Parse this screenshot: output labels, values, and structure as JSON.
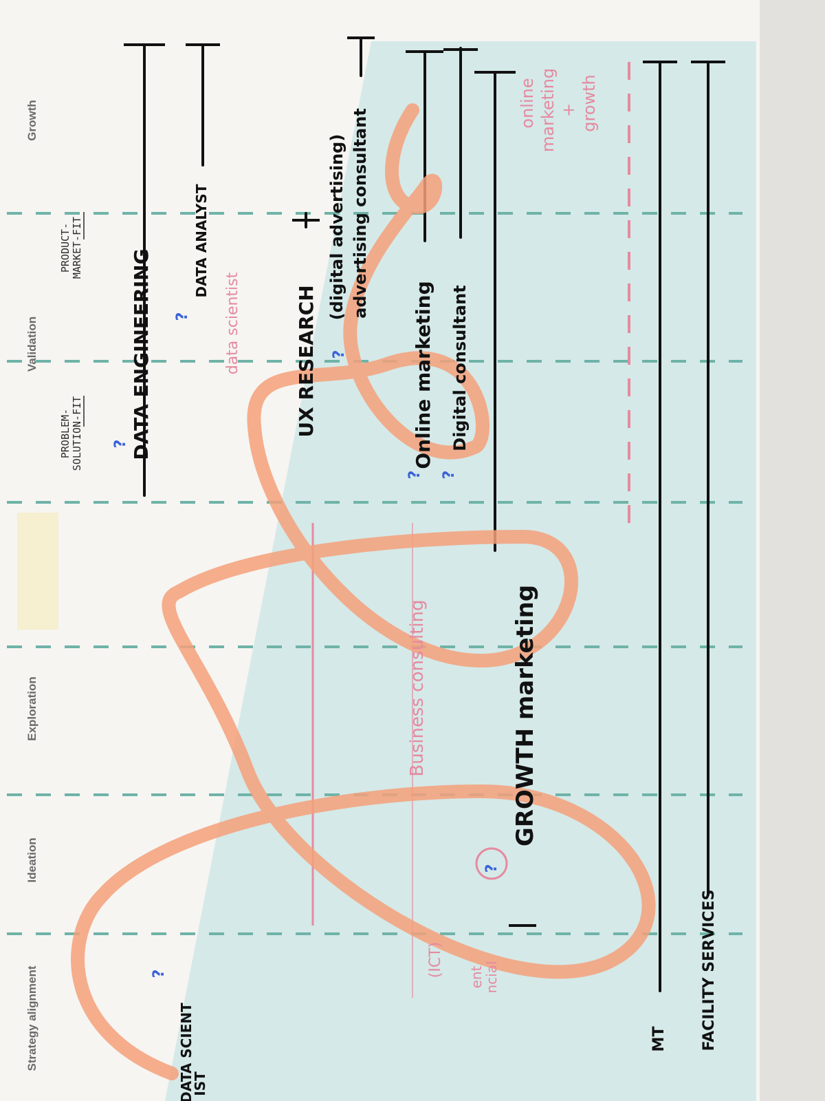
{
  "columns": [
    "Strategy alignment",
    "Ideation",
    "Exploration",
    "Validation",
    "Growth"
  ],
  "fit_labels": {
    "problem_line1": "PROBLEM-",
    "problem_line2": "SOLUTION-FIT",
    "product_line1": "PRODUCT-",
    "product_line2": "MARKET-FIT"
  },
  "roles": {
    "data_scientist_line1": "DATA SCIENT",
    "data_scientist_line2": "IST",
    "data_engineering": "DATA ENGINEERING",
    "data_analyst": "DATA ANALYST",
    "data_scientist_crossed": "data scientist",
    "ux_research": "UX RESEARCH",
    "digital_advertising": "(digital advertising)",
    "advertising_consultant": "advertising consultant",
    "online_marketing": "Online marketing",
    "digital_consultant": "Digital consultant",
    "growth_marketing": "GROWTH marketing",
    "business_consulting": "Business consulting",
    "mt": "MT",
    "facility_services": "FACILITY SERVICES"
  },
  "pink_notes": {
    "online_line1": "online",
    "online_line2": "marketing",
    "online_line3": "+",
    "online_line4": "growth",
    "ict": "(ICT)",
    "side_line1": "ent",
    "side_line2": "ncial"
  },
  "question_mark": "?",
  "colors": {
    "paper": "#f6f5f2",
    "cone": "#cfe6e6",
    "dashed_line": "#6fb3a8",
    "orange_loop": "#f4a07a",
    "pink_ink": "#e58aa0",
    "black_ink": "#111111",
    "blue_ink": "#3b63d8",
    "sticky_note": "#f6efd0"
  }
}
